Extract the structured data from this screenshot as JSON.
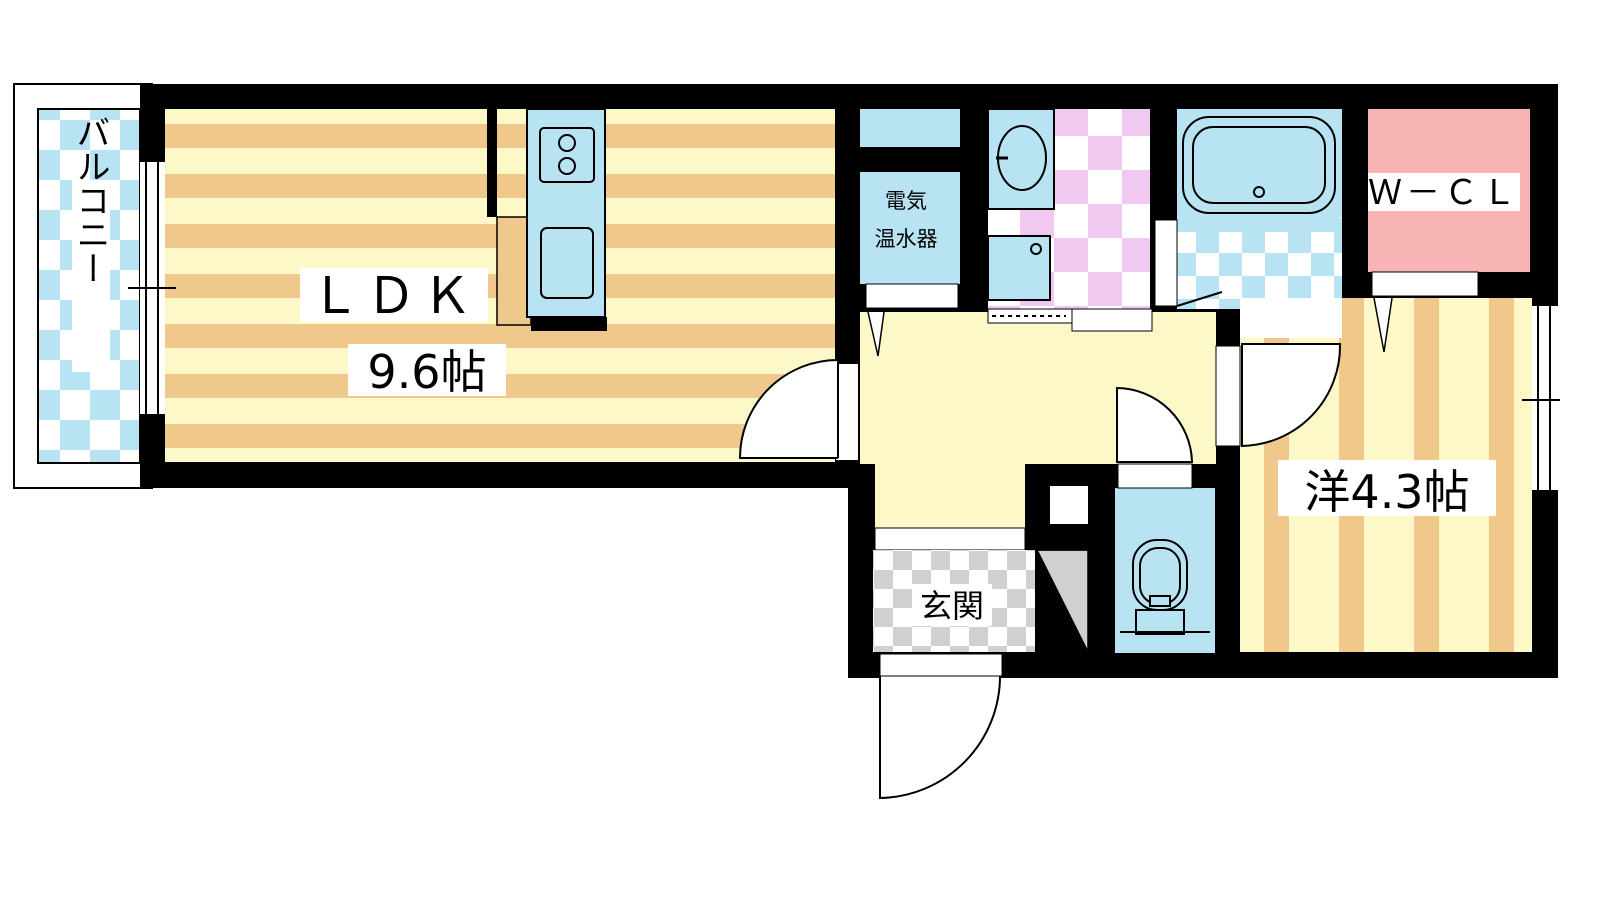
{
  "rooms": {
    "balcony": "バルコニー",
    "ldk_name": "ＬＤＫ",
    "ldk_size": "9.6帖",
    "water_heater_line1": "電気",
    "water_heater_line2": "温水器",
    "wcl": "Ｗ－ＣＬ",
    "western_room": "洋4.3帖",
    "entrance": "玄関"
  },
  "colors": {
    "wall": "#000000",
    "floor_beige": "#fdf8c8",
    "floor_stripe": "#f0c88c",
    "wet_blue": "#b7e3f3",
    "pink_check": "#f0c8f0",
    "wcl_pink": "#f8b4b4",
    "entrance_gray": "#d0d0d0"
  }
}
